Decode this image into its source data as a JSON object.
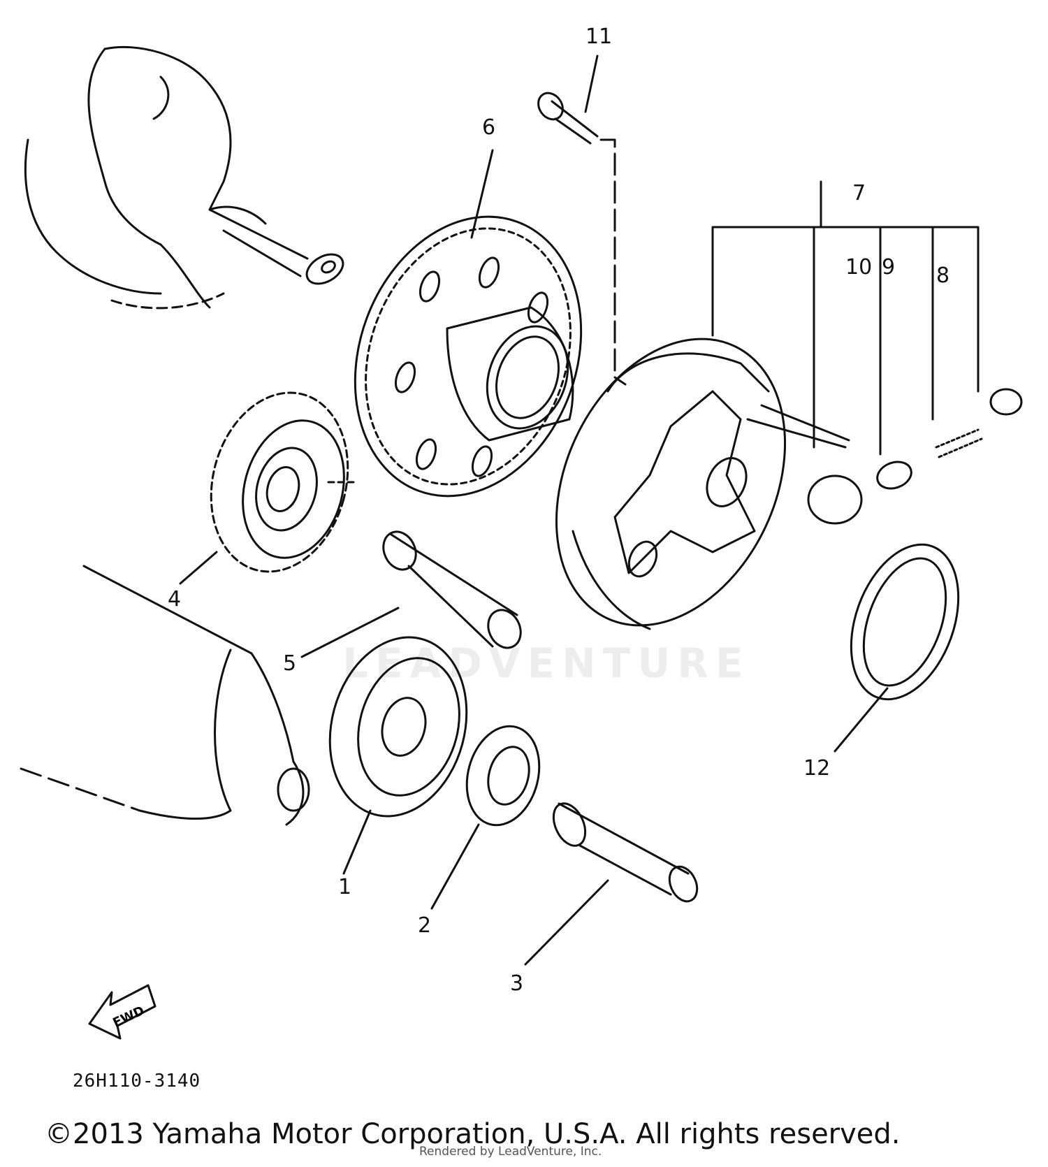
{
  "diagram": {
    "callouts": {
      "c1": "1",
      "c2": "2",
      "c3": "3",
      "c4": "4",
      "c5": "5",
      "c6": "6",
      "c7": "7",
      "c8": "8",
      "c9": "9",
      "c10": "10",
      "c11": "11",
      "c12": "12"
    },
    "fwd_label": "FWD",
    "drawing_code": "26H110-3140",
    "watermark": "LEADVENTURE"
  },
  "footer": {
    "copyright": "©2013 Yamaha Motor Corporation, U.S.A. All rights reserved.",
    "rendered_by": "Rendered by LeadVenture, Inc."
  }
}
